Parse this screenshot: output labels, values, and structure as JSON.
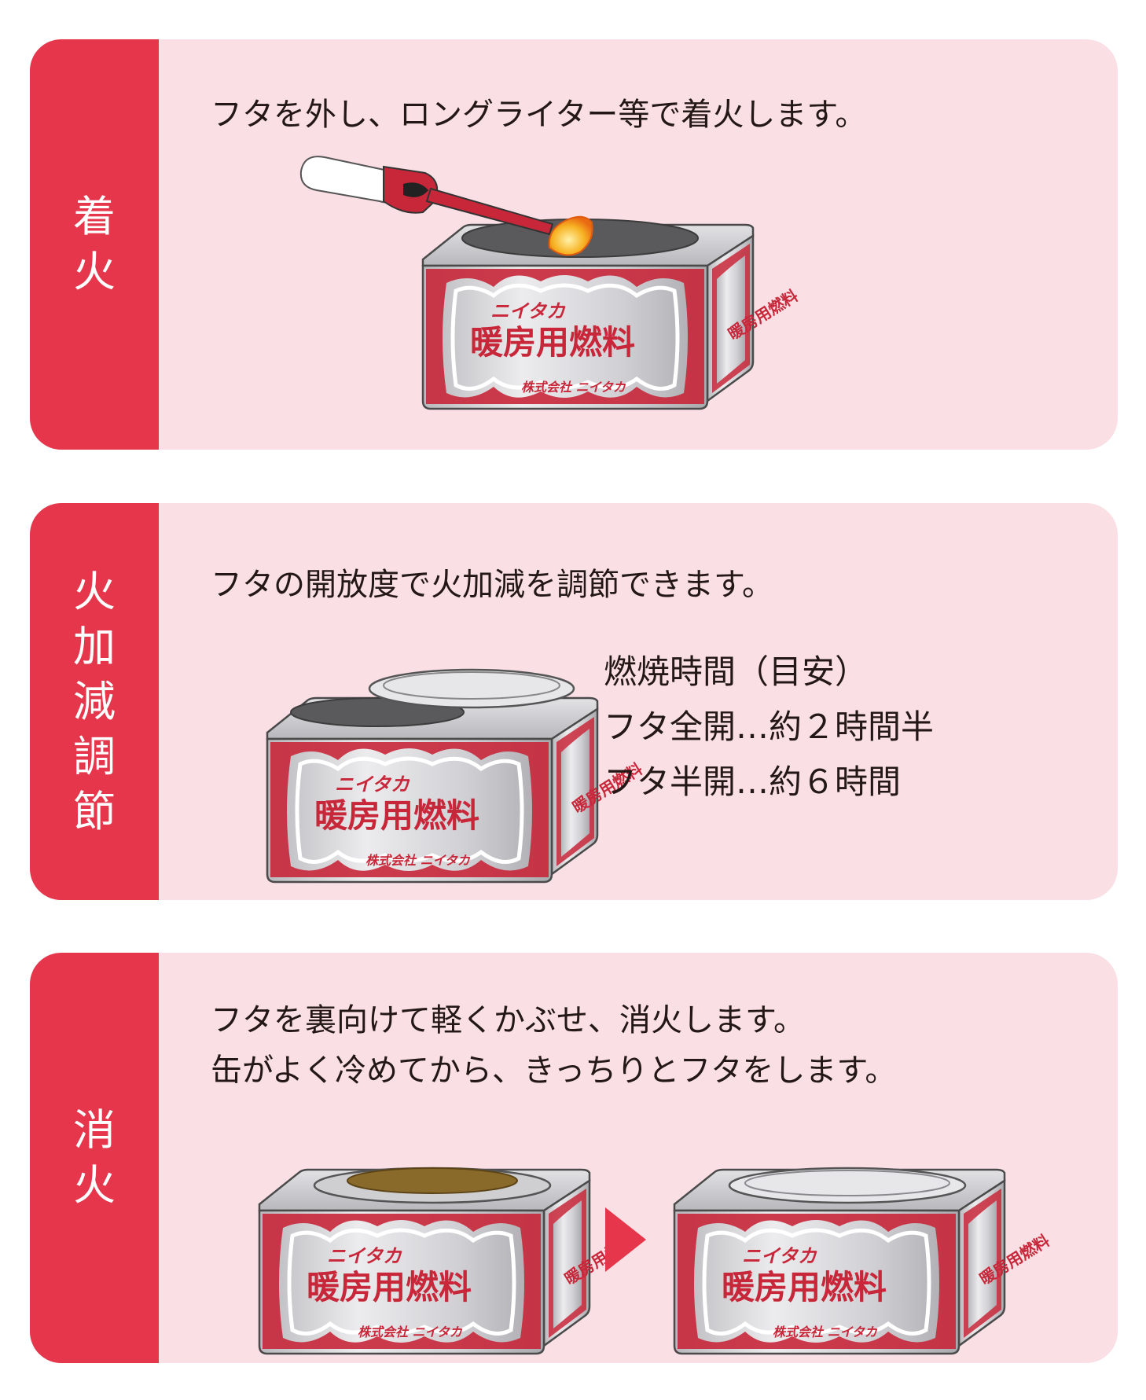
{
  "colors": {
    "tab": "#e5364b",
    "card": "#fae0e4",
    "can_red": "#c8273a",
    "can_silver": "#d7d7da"
  },
  "sections": [
    {
      "tab_label": "着火",
      "lines": [
        "フタを外し、ロングライター等で着火します。"
      ]
    },
    {
      "tab_label": "火加減調節",
      "lines": [
        "フタの開放度で火加減を調節できます。"
      ],
      "burn_info": [
        "燃焼時間（目安）",
        "フタ全開…約２時間半",
        "フタ半開…約６時間"
      ]
    },
    {
      "tab_label": "消火",
      "lines": [
        "フタを裏向けて軽くかぶせ、消火します。",
        "缶がよく冷めてから、きっちりとフタをします。"
      ]
    }
  ],
  "can_label": {
    "brand": "ニイタカ",
    "product": "暖房用燃料",
    "company_prefix": "株式会社",
    "company": "ニイタカ"
  },
  "icons": [
    "long-lighter-icon",
    "flame-icon",
    "arrow-right-icon"
  ]
}
